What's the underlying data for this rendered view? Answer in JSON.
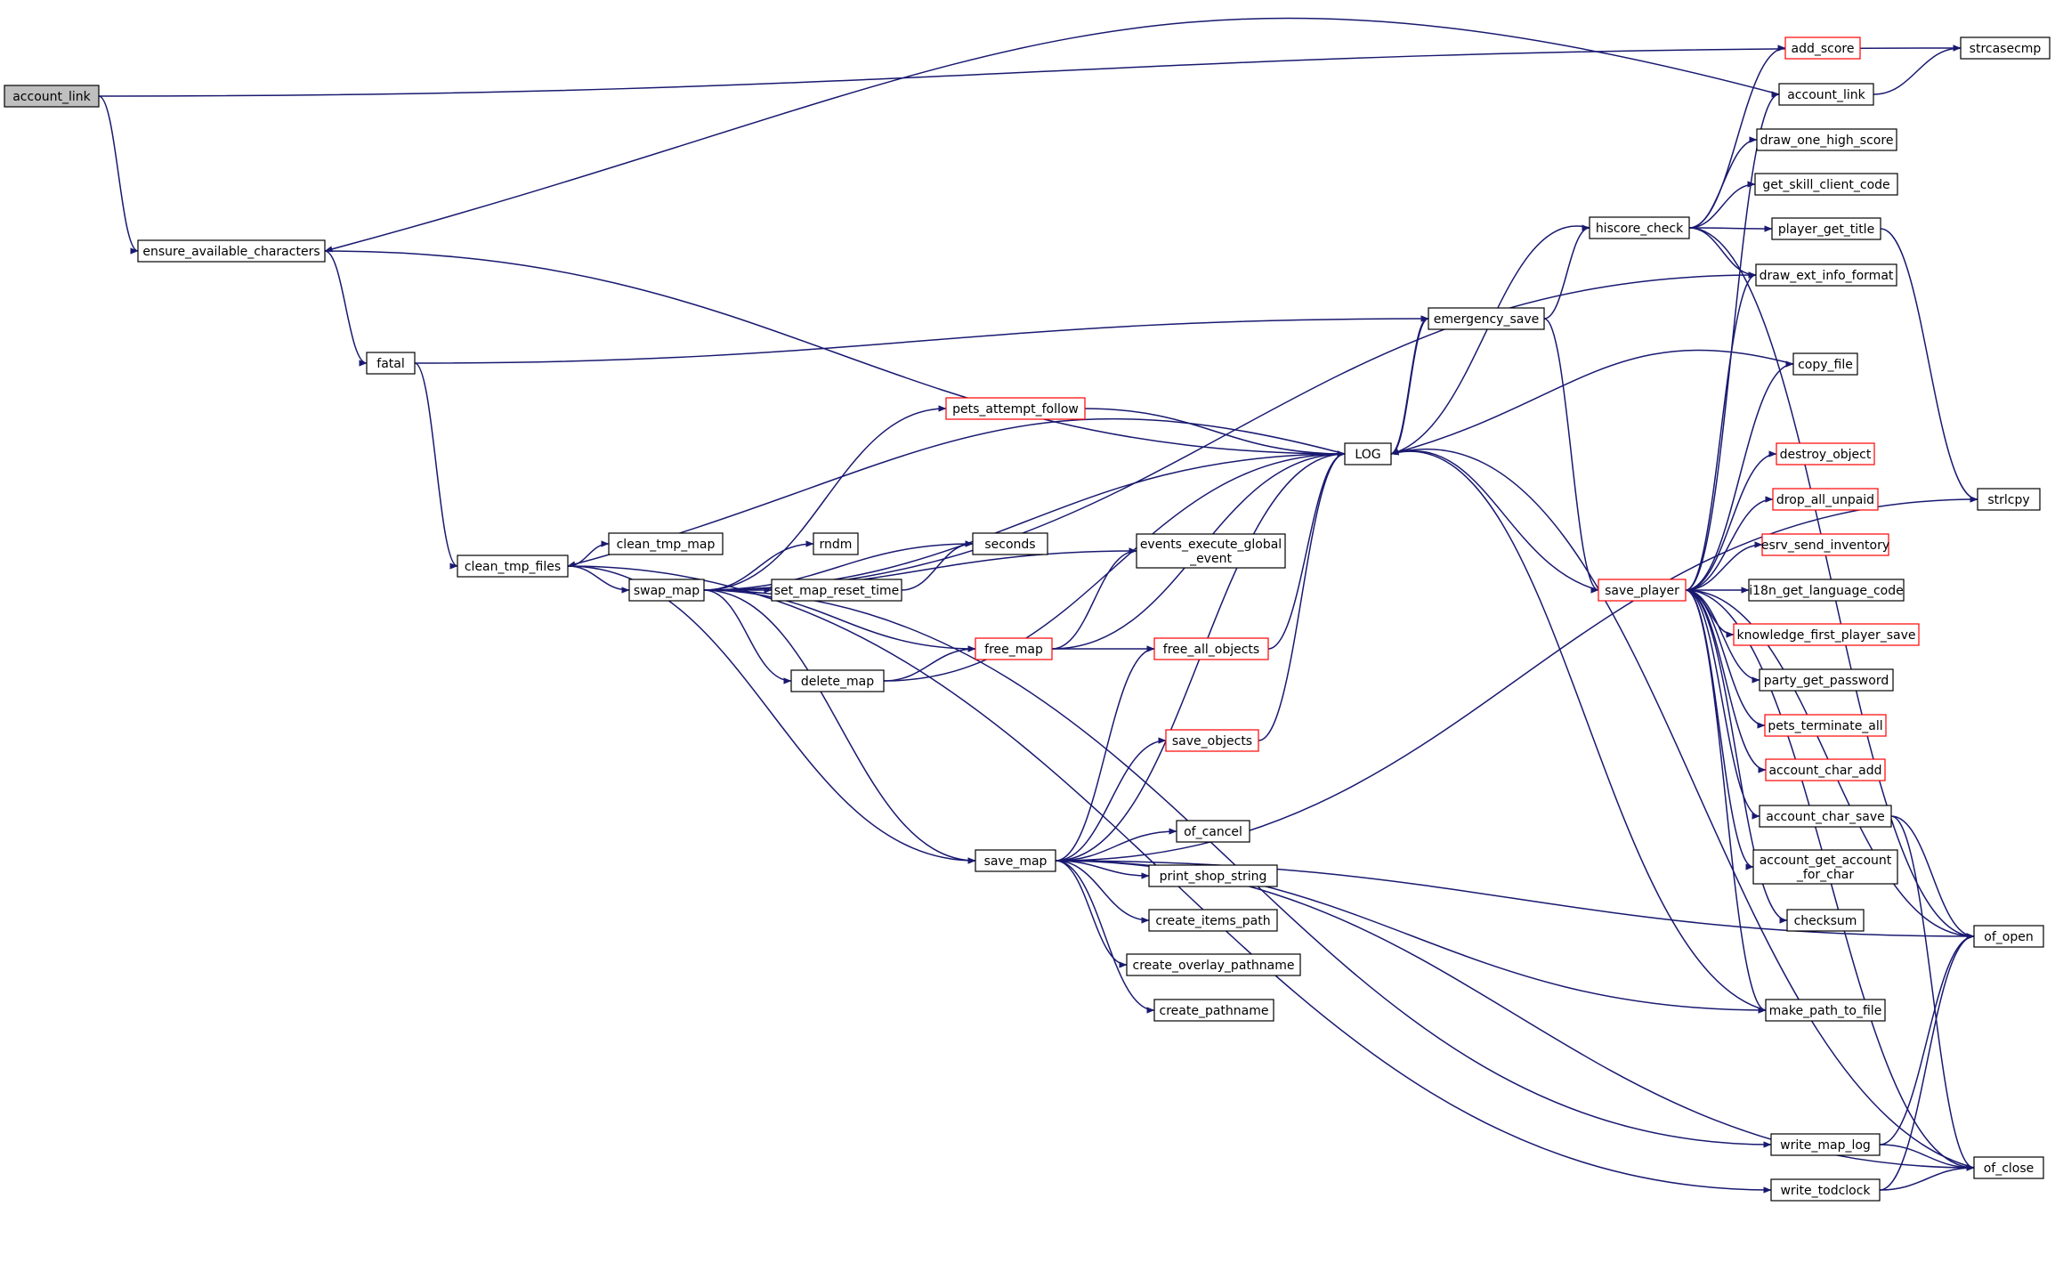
{
  "colors": {
    "edge": "#191970",
    "node_border": "#000000",
    "node_border_truncated": "#ff0000",
    "root_fill": "#bfbfbf",
    "node_fill": "#ffffff"
  },
  "nodes": [
    {
      "id": "root",
      "label": "account_link",
      "style": "root"
    },
    {
      "id": "ensure",
      "label": "ensure_available_characters"
    },
    {
      "id": "fatal",
      "label": "fatal"
    },
    {
      "id": "clean_tmp_files",
      "label": "clean_tmp_files"
    },
    {
      "id": "clean_tmp_map",
      "label": "clean_tmp_map"
    },
    {
      "id": "swap_map",
      "label": "swap_map"
    },
    {
      "id": "rndm",
      "label": "rndm"
    },
    {
      "id": "set_map_reset_time",
      "label": "set_map_reset_time"
    },
    {
      "id": "seconds",
      "label": "seconds"
    },
    {
      "id": "delete_map",
      "label": "delete_map"
    },
    {
      "id": "pets_attempt_follow",
      "label": "pets_attempt_follow",
      "style": "truncated"
    },
    {
      "id": "free_map",
      "label": "free_map",
      "style": "truncated"
    },
    {
      "id": "free_all_objects",
      "label": "free_all_objects",
      "style": "truncated"
    },
    {
      "id": "events",
      "label": "events_execute_global\n_event"
    },
    {
      "id": "save_map",
      "label": "save_map"
    },
    {
      "id": "save_objects",
      "label": "save_objects",
      "style": "truncated"
    },
    {
      "id": "of_cancel",
      "label": "of_cancel"
    },
    {
      "id": "print_shop_string",
      "label": "print_shop_string"
    },
    {
      "id": "create_items_path",
      "label": "create_items_path"
    },
    {
      "id": "create_overlay_pathname",
      "label": "create_overlay_pathname"
    },
    {
      "id": "create_pathname",
      "label": "create_pathname"
    },
    {
      "id": "LOG",
      "label": "LOG"
    },
    {
      "id": "emergency_save",
      "label": "emergency_save"
    },
    {
      "id": "hiscore_check",
      "label": "hiscore_check"
    },
    {
      "id": "save_player",
      "label": "save_player",
      "style": "truncated"
    },
    {
      "id": "add_score",
      "label": "add_score",
      "style": "truncated"
    },
    {
      "id": "account_link2",
      "label": "account_link"
    },
    {
      "id": "strcasecmp",
      "label": "strcasecmp"
    },
    {
      "id": "draw_one_high_score",
      "label": "draw_one_high_score"
    },
    {
      "id": "get_skill_client_code",
      "label": "get_skill_client_code"
    },
    {
      "id": "player_get_title",
      "label": "player_get_title"
    },
    {
      "id": "draw_ext_info_format",
      "label": "draw_ext_info_format"
    },
    {
      "id": "copy_file",
      "label": "copy_file"
    },
    {
      "id": "destroy_object",
      "label": "destroy_object",
      "style": "truncated"
    },
    {
      "id": "drop_all_unpaid",
      "label": "drop_all_unpaid",
      "style": "truncated"
    },
    {
      "id": "esrv_send_inventory",
      "label": "esrv_send_inventory",
      "style": "truncated"
    },
    {
      "id": "i18n_get_language_code",
      "label": "i18n_get_language_code"
    },
    {
      "id": "knowledge_first_player_save",
      "label": "knowledge_first_player_save",
      "style": "truncated"
    },
    {
      "id": "party_get_password",
      "label": "party_get_password"
    },
    {
      "id": "pets_terminate_all",
      "label": "pets_terminate_all",
      "style": "truncated"
    },
    {
      "id": "account_char_add",
      "label": "account_char_add",
      "style": "truncated"
    },
    {
      "id": "account_char_save",
      "label": "account_char_save"
    },
    {
      "id": "account_get_account_for_char",
      "label": "account_get_account\n_for_char"
    },
    {
      "id": "checksum",
      "label": "checksum"
    },
    {
      "id": "make_path_to_file",
      "label": "make_path_to_file"
    },
    {
      "id": "write_map_log",
      "label": "write_map_log"
    },
    {
      "id": "write_todclock",
      "label": "write_todclock"
    },
    {
      "id": "strlcpy",
      "label": "strlcpy"
    },
    {
      "id": "of_open",
      "label": "of_open"
    },
    {
      "id": "of_close",
      "label": "of_close"
    }
  ],
  "edges": [
    [
      "root",
      "strcasecmp"
    ],
    [
      "root",
      "ensure"
    ],
    [
      "ensure",
      "fatal"
    ],
    [
      "ensure",
      "LOG"
    ],
    [
      "fatal",
      "clean_tmp_files"
    ],
    [
      "fatal",
      "emergency_save"
    ],
    [
      "clean_tmp_files",
      "clean_tmp_map"
    ],
    [
      "clean_tmp_files",
      "swap_map"
    ],
    [
      "clean_tmp_files",
      "save_map"
    ],
    [
      "clean_tmp_files",
      "write_todclock"
    ],
    [
      "swap_map",
      "rndm"
    ],
    [
      "swap_map",
      "set_map_reset_time"
    ],
    [
      "swap_map",
      "seconds"
    ],
    [
      "swap_map",
      "delete_map"
    ],
    [
      "swap_map",
      "free_map"
    ],
    [
      "swap_map",
      "pets_attempt_follow"
    ],
    [
      "swap_map",
      "LOG"
    ],
    [
      "swap_map",
      "events"
    ],
    [
      "swap_map",
      "draw_ext_info_format"
    ],
    [
      "swap_map",
      "save_map"
    ],
    [
      "swap_map",
      "write_map_log"
    ],
    [
      "set_map_reset_time",
      "seconds"
    ],
    [
      "delete_map",
      "free_map"
    ],
    [
      "delete_map",
      "LOG"
    ],
    [
      "pets_attempt_follow",
      "LOG"
    ],
    [
      "free_map",
      "events"
    ],
    [
      "free_map",
      "free_all_objects"
    ],
    [
      "free_map",
      "LOG"
    ],
    [
      "free_all_objects",
      "LOG"
    ],
    [
      "save_map",
      "free_all_objects"
    ],
    [
      "save_map",
      "save_objects"
    ],
    [
      "save_map",
      "LOG"
    ],
    [
      "save_map",
      "of_cancel"
    ],
    [
      "save_map",
      "print_shop_string"
    ],
    [
      "save_map",
      "create_items_path"
    ],
    [
      "save_map",
      "create_overlay_pathname"
    ],
    [
      "save_map",
      "create_pathname"
    ],
    [
      "save_map",
      "make_path_to_file"
    ],
    [
      "save_map",
      "of_open"
    ],
    [
      "save_map",
      "of_close"
    ],
    [
      "save_map",
      "strlcpy"
    ],
    [
      "save_objects",
      "LOG"
    ],
    [
      "LOG",
      "clean_tmp_files"
    ],
    [
      "LOG",
      "emergency_save"
    ],
    [
      "emergency_save",
      "LOG"
    ],
    [
      "emergency_save",
      "hiscore_check"
    ],
    [
      "emergency_save",
      "save_player"
    ],
    [
      "hiscore_check",
      "add_score"
    ],
    [
      "hiscore_check",
      "draw_one_high_score"
    ],
    [
      "hiscore_check",
      "get_skill_client_code"
    ],
    [
      "hiscore_check",
      "player_get_title"
    ],
    [
      "hiscore_check",
      "draw_ext_info_format"
    ],
    [
      "hiscore_check",
      "LOG"
    ],
    [
      "hiscore_check",
      "of_open"
    ],
    [
      "account_link2",
      "strcasecmp"
    ],
    [
      "account_link2",
      "ensure"
    ],
    [
      "player_get_title",
      "strlcpy"
    ],
    [
      "save_player",
      "LOG"
    ],
    [
      "save_player",
      "account_link2"
    ],
    [
      "save_player",
      "draw_ext_info_format"
    ],
    [
      "save_player",
      "copy_file"
    ],
    [
      "save_player",
      "destroy_object"
    ],
    [
      "save_player",
      "drop_all_unpaid"
    ],
    [
      "save_player",
      "esrv_send_inventory"
    ],
    [
      "save_player",
      "i18n_get_language_code"
    ],
    [
      "save_player",
      "knowledge_first_player_save"
    ],
    [
      "save_player",
      "party_get_password"
    ],
    [
      "save_player",
      "pets_terminate_all"
    ],
    [
      "save_player",
      "account_char_add"
    ],
    [
      "save_player",
      "account_char_save"
    ],
    [
      "save_player",
      "account_get_account_for_char"
    ],
    [
      "save_player",
      "checksum"
    ],
    [
      "save_player",
      "make_path_to_file"
    ],
    [
      "save_player",
      "of_open"
    ],
    [
      "save_player",
      "of_close"
    ],
    [
      "copy_file",
      "LOG"
    ],
    [
      "make_path_to_file",
      "LOG"
    ],
    [
      "account_char_save",
      "of_open"
    ],
    [
      "account_char_save",
      "of_close"
    ],
    [
      "write_map_log",
      "of_open"
    ],
    [
      "write_map_log",
      "of_close"
    ],
    [
      "write_todclock",
      "of_open"
    ],
    [
      "write_todclock",
      "of_close"
    ],
    [
      "of_close",
      "LOG"
    ]
  ]
}
